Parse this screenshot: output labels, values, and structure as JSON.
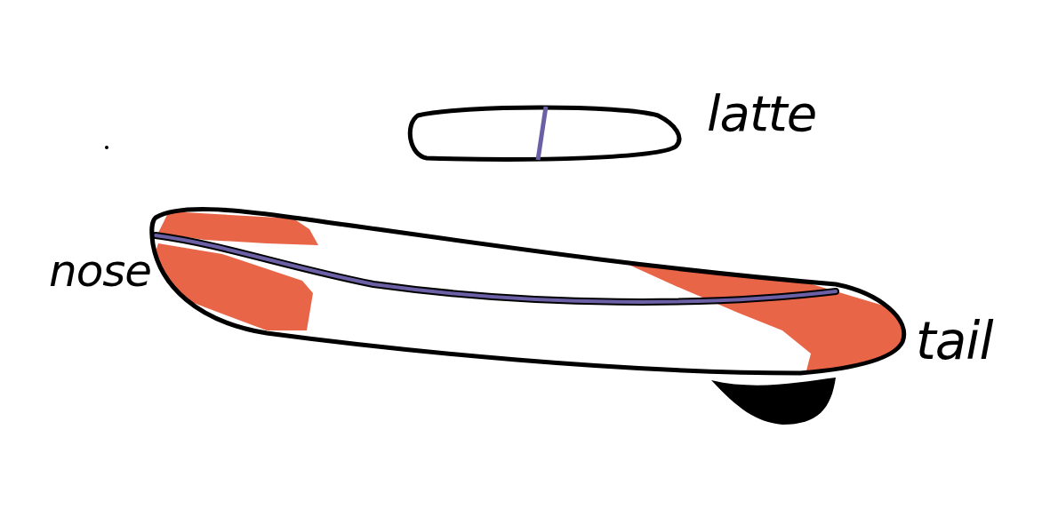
{
  "diagram": {
    "labels": [
      "latte",
      "nose",
      "tail"
    ]
  }
}
